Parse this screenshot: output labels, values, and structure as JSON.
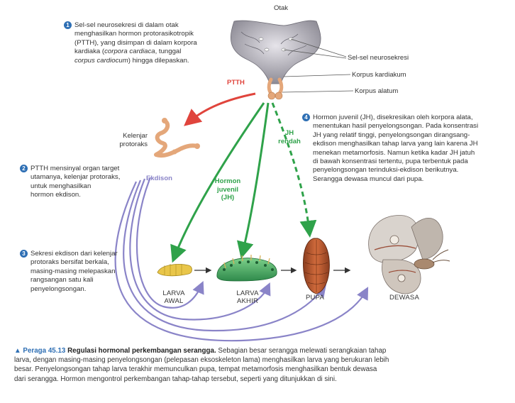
{
  "labels": {
    "brain": "Otak",
    "neurosecretory": "Sel-sel neurosekresi",
    "corpus_cardiacum": "Korpus kardiakum",
    "corpus_allatum": "Korpus alatum",
    "prothoracic_1": "Kelenjar",
    "prothoracic_2": "protoraks",
    "ptth": "PTTH",
    "ecdysone": "Ekdison",
    "jh_low_1": "JH",
    "jh_low_2": "rendah",
    "jh_1": "Hormon",
    "jh_2": "juvenil",
    "jh_3": "(JH)"
  },
  "stages": {
    "early_larva_1": "LARVA",
    "early_larva_2": "AWAL",
    "late_larva_1": "LARVA",
    "late_larva_2": "AKHIR",
    "pupa": "PUPA",
    "adult": "DEWASA"
  },
  "notes": {
    "n1": {
      "num": "1",
      "l1": "Sel-sel neurosekresi di dalam otak",
      "l2": "menghasilkan hormon protorasikotropik",
      "l3": "(PTTH), yang disimpan di dalam korpora",
      "l4a": "kardiaka (",
      "l4i": "corpora cardiaca",
      "l4b": ", tunggal",
      "l5i": "corpus cardiocum",
      "l5b": ") hingga dilepaskan."
    },
    "n2": {
      "num": "2",
      "l1": "PTTH mensinyal organ target",
      "l2": "utamanya, kelenjar protoraks,",
      "l3": "untuk menghasilkan",
      "l4": "hormon ekdison."
    },
    "n3": {
      "num": "3",
      "l1": "Sekresi ekdison dari kelenjar",
      "l2": "protoraks bersifat berkala,",
      "l3": "masing-masing melepaskan",
      "l4": "rangsangan satu kali",
      "l5": "penyelongsongan."
    },
    "n4": {
      "num": "4",
      "l1": "Hormon juvenil (JH), disekresikan oleh korpora alata,",
      "l2": "menentukan hasil penyelongsongan. Pada konsentrasi",
      "l3": "JH yang relatif tinggi, penyelongsongan dirangsang-",
      "l4": "ekdison menghasilkan tahap larva yang lain karena JH",
      "l5": "menekan metamorfosis. Namun ketika kadar JH jatuh",
      "l6": "di bawah konsentrasi tertentu, pupa terbentuk pada",
      "l7": "penyelongsongan terinduksi-ekdison berikutnya.",
      "l8": "Serangga dewasa muncul dari pupa."
    }
  },
  "caption": {
    "fig": "Peraga 45.13",
    "title": "Regulasi hormonal perkembangan serangga.",
    "t1": "Sebagian besar serangga melewati serangkaian tahap",
    "l2": "larva, dengan masing-masing penyelongsongan (pelepasan eksoskeleton lama) menghasilkan larva yang berukuran lebih",
    "l3": "besar. Penyelongsongan tahap larva terakhir memunculkan pupa, tempat metamorfosis menghasilkan bentuk dewasa",
    "l4": "dari serangga. Hormon mengontrol perkembangan tahap-tahap tersebut, seperti yang ditunjukkan di sini."
  },
  "colors": {
    "red": "#e0443c",
    "green": "#2fa24a",
    "purple": "#8a84c8",
    "blue_badge": "#2e6fb4",
    "gland": "#e4a77a"
  }
}
